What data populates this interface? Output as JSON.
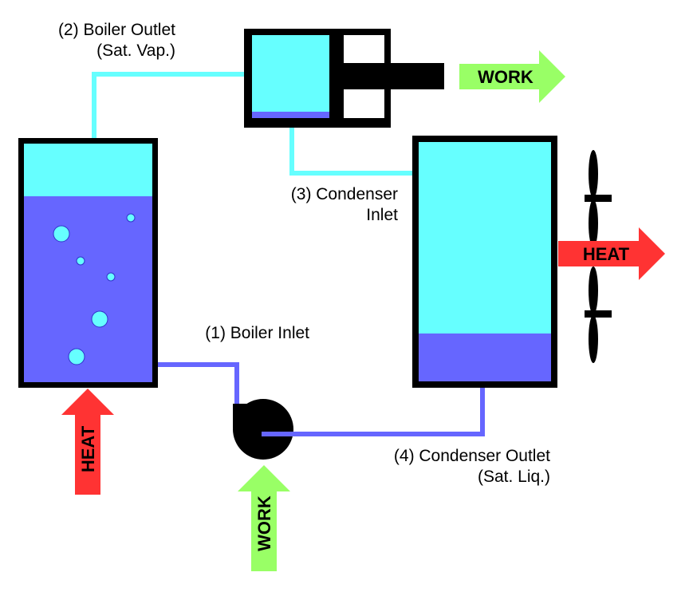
{
  "labels": {
    "boiler_outlet_line1": "(2) Boiler Outlet",
    "boiler_outlet_line2": "(Sat. Vap.)",
    "condenser_inlet_line1": "(3) Condenser",
    "condenser_inlet_line2": "Inlet",
    "boiler_inlet": "(1) Boiler Inlet",
    "condenser_outlet_line1": "(4) Condenser Outlet",
    "condenser_outlet_line2": "(Sat. Liq.)"
  },
  "arrows": {
    "turbine_work": "WORK",
    "condenser_heat": "HEAT",
    "boiler_heat": "HEAT",
    "pump_work": "WORK"
  },
  "colors": {
    "vapor": "#66ffff",
    "liquid": "#6666ff",
    "outline": "#000000",
    "heat_arrow": "#ff3333",
    "work_arrow": "#99ff66"
  }
}
